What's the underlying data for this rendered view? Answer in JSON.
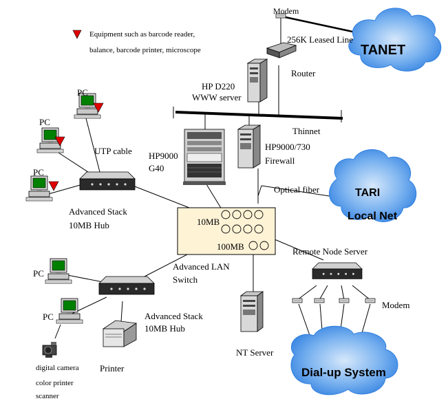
{
  "legend": {
    "marker": "red-triangle",
    "text_line1": "Equipment such as barcode reader,",
    "text_line2": "balance, barcode printer, microscope"
  },
  "clouds": {
    "tanet": "TANET",
    "tari_line1": "TARI",
    "tari_line2": "Local Net",
    "dialup": "Dial-up System"
  },
  "labels": {
    "modem_top": "Modem",
    "leased_line": "256K Leased Line",
    "router": "Router",
    "hp_d220_line1": "HP D220",
    "hp_d220_line2": "WWW server",
    "thinnet": "Thinnet",
    "hp9000_g40_line1": "HP9000",
    "hp9000_g40_line2": "G40",
    "hp9000_730_line1": "HP9000/730",
    "hp9000_730_line2": "Firewall",
    "optical_fiber": "Optical fiber",
    "pc1": "PC",
    "pc2": "PC",
    "pc3": "PC",
    "utp_cable": "UTP cable",
    "hub1_line1": "Advanced Stack",
    "hub1_line2": "10MB Hub",
    "switch_10mb": "10MB",
    "switch_100mb": "100MB",
    "switch_line1": "Advanced LAN",
    "switch_line2": "Switch",
    "remote_node_server": "Remote Node Server",
    "modem_right": "Modem",
    "pc4": "PC",
    "pc5": "PC",
    "hub2_line1": "Advanced Stack",
    "hub2_line2": "10MB Hub",
    "printer": "Printer",
    "nt_server": "NT Server",
    "peripherals_line1": "digital camera",
    "peripherals_line2": "color printer",
    "peripherals_line3": "scanner"
  },
  "colors": {
    "cloud_fill": "#3f8fe8",
    "cloud_highlight": "#cfe3fa",
    "switch_fill": "#fff3d6",
    "marker": "#e00000",
    "monitor_screen": "#008000"
  }
}
